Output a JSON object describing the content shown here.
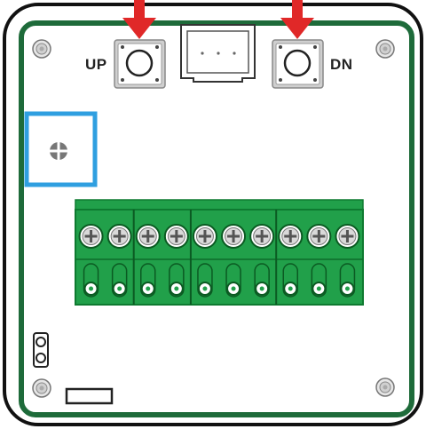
{
  "labels": {
    "up": "UP",
    "down": "DN"
  },
  "colors": {
    "enclosure_outline": "#111111",
    "pcb_outline": "#1e6b3a",
    "terminal_block": "#21a04a",
    "terminal_outline": "#0e7a30",
    "highlight_box": "#2f9fe0",
    "arrow": "#e02828",
    "button_body": "#cfcfcf",
    "screw_metal": "#d9d9d9"
  },
  "icons": {
    "up_arrow": "arrow-down-red",
    "down_arrow": "arrow-down-red",
    "mount_screws": "screw-icon",
    "adjuster": "potentiometer-icon"
  },
  "terminal_block": {
    "terminal_count": 10,
    "group_sizes": [
      2,
      2,
      3,
      3
    ]
  }
}
